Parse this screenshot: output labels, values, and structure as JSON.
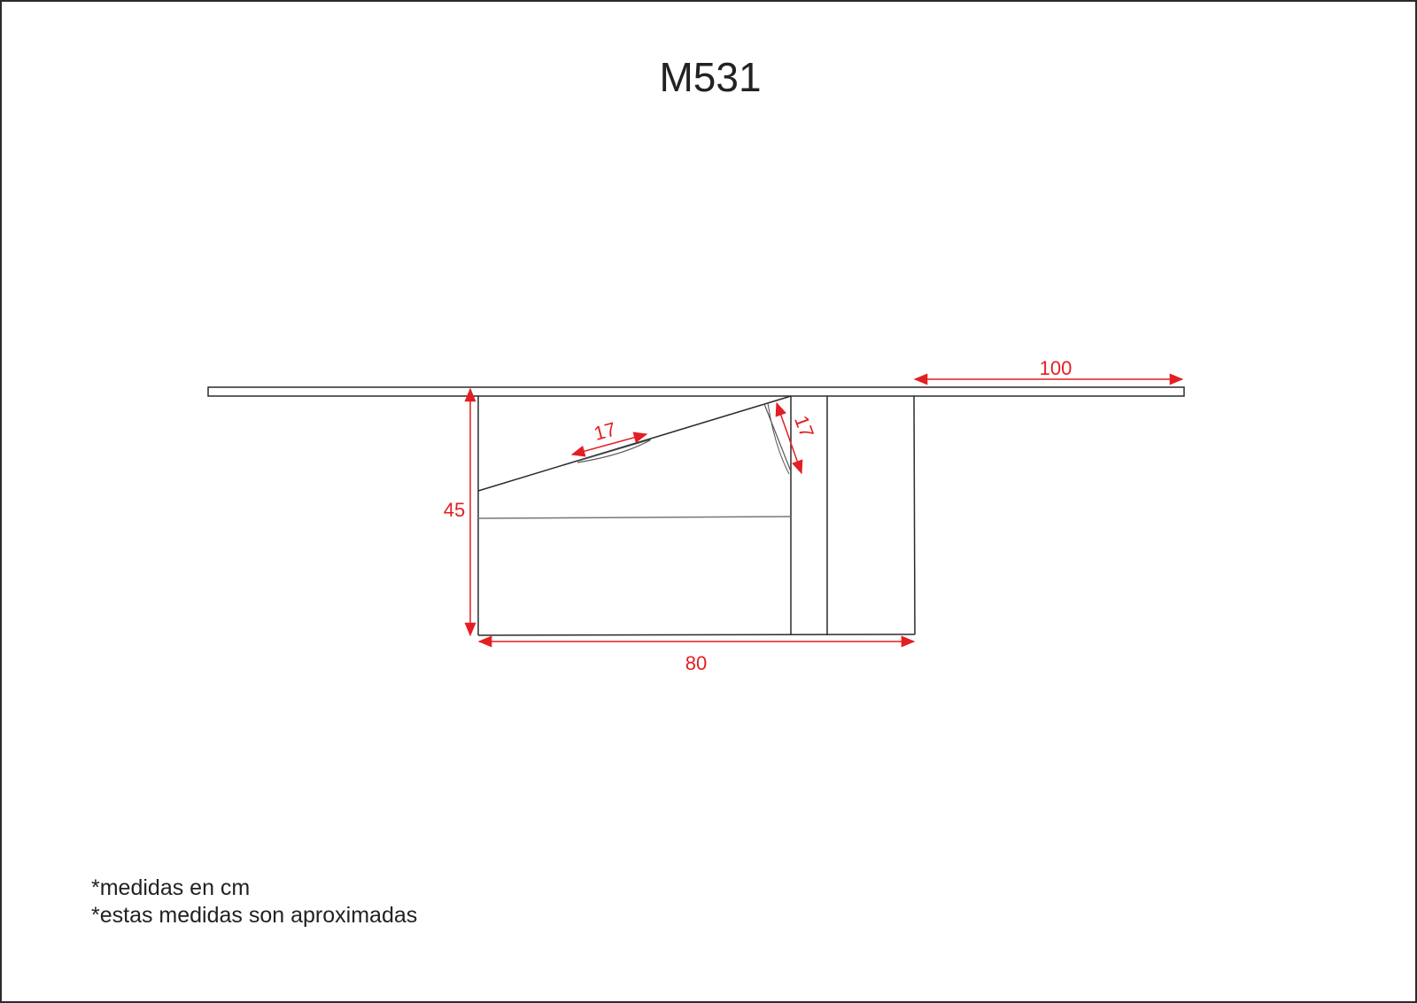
{
  "title": "M531",
  "dimensions": {
    "top_extension": "100",
    "height": "45",
    "width": "80",
    "flap_diagonal": "17",
    "flap_vertical": "17",
    "unit": "cm"
  },
  "notes": [
    "*medidas en cm",
    "*estas medidas son aproximadas"
  ],
  "colors": {
    "outline": "#2b2b2b",
    "dimension": "#e31e24",
    "text": "#222222",
    "background": "#ffffff"
  }
}
